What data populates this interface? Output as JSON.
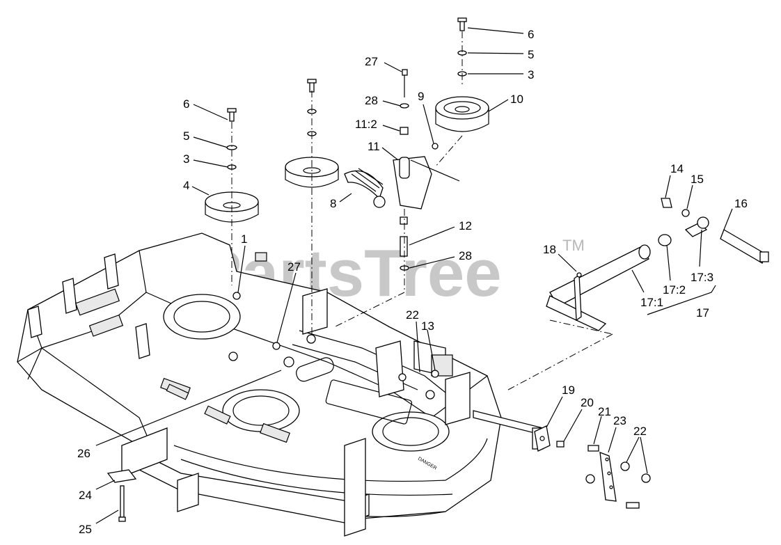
{
  "watermark": {
    "brand": "PartsTree",
    "trademark": "TM"
  },
  "callouts": [
    {
      "id": "c6a",
      "label": "6"
    },
    {
      "id": "c5a",
      "label": "5"
    },
    {
      "id": "c3a",
      "label": "3"
    },
    {
      "id": "c4",
      "label": "4"
    },
    {
      "id": "c1",
      "label": "1"
    },
    {
      "id": "c27a",
      "label": "27"
    },
    {
      "id": "c28a",
      "label": "28"
    },
    {
      "id": "c11_2",
      "label": "11:2"
    },
    {
      "id": "c11",
      "label": "11"
    },
    {
      "id": "c9",
      "label": "9"
    },
    {
      "id": "c8",
      "label": "8"
    },
    {
      "id": "c6b",
      "label": "6"
    },
    {
      "id": "c5b",
      "label": "5"
    },
    {
      "id": "c3b",
      "label": "3"
    },
    {
      "id": "c10",
      "label": "10"
    },
    {
      "id": "c12",
      "label": "12"
    },
    {
      "id": "c28b",
      "label": "28"
    },
    {
      "id": "c27b",
      "label": "27"
    },
    {
      "id": "c22a",
      "label": "22"
    },
    {
      "id": "c13",
      "label": "13"
    },
    {
      "id": "c18",
      "label": "18"
    },
    {
      "id": "c14",
      "label": "14"
    },
    {
      "id": "c15",
      "label": "15"
    },
    {
      "id": "c16",
      "label": "16"
    },
    {
      "id": "c17_3",
      "label": "17:3"
    },
    {
      "id": "c17_2",
      "label": "17:2"
    },
    {
      "id": "c17_1",
      "label": "17:1"
    },
    {
      "id": "c17",
      "label": "17"
    },
    {
      "id": "c19",
      "label": "19"
    },
    {
      "id": "c20",
      "label": "20"
    },
    {
      "id": "c21",
      "label": "21"
    },
    {
      "id": "c23",
      "label": "23"
    },
    {
      "id": "c22b",
      "label": "22"
    },
    {
      "id": "c26",
      "label": "26"
    },
    {
      "id": "c24",
      "label": "24"
    },
    {
      "id": "c25",
      "label": "25"
    }
  ],
  "deck_decals": {
    "danger_label": "DANGER"
  }
}
